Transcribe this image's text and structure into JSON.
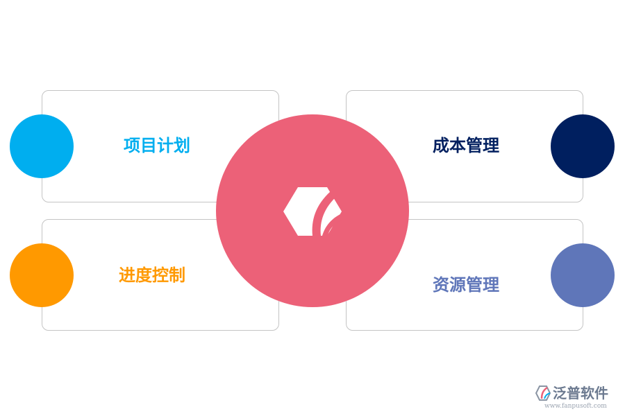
{
  "diagram": {
    "center": {
      "icon": "brand-hexagon-icon",
      "color": "#ec6178"
    },
    "items": [
      {
        "key": "tl",
        "label": "项目计划",
        "color": "#00aeef"
      },
      {
        "key": "bl",
        "label": "进度控制",
        "color": "#ff9900"
      },
      {
        "key": "tr",
        "label": "成本管理",
        "color": "#001f5f"
      },
      {
        "key": "br",
        "label": "资源管理",
        "color": "#5f76b9"
      }
    ]
  },
  "watermark": {
    "icon": "brand-logo-icon",
    "name": "泛普软件",
    "url": "www.fanpusoft.com",
    "name_color": "#6c7a90",
    "url_color": "#9aa3b0"
  }
}
